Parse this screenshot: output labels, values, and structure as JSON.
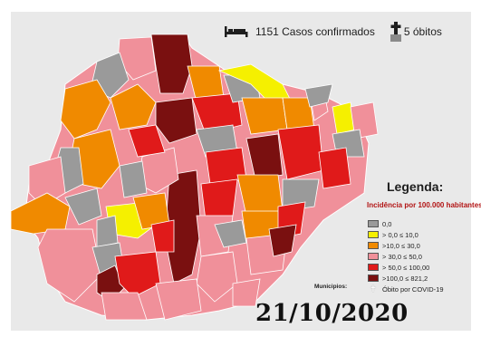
{
  "header": {
    "cases_text": "1151 Casos confirmados",
    "deaths_text": "5 óbitos",
    "bed_icon": "hospital-bed-icon",
    "cross_icon": "cross-icon"
  },
  "legend": {
    "title": "Legenda:",
    "subtitle": "Incidência por 100.000 habitantes",
    "items": [
      {
        "label": "0,0",
        "color": "#9a9a9a"
      },
      {
        "label": "> 0,0 ≤ 10,0",
        "color": "#f5f000"
      },
      {
        "label": ">10,0 ≤ 30,0",
        "color": "#f08a00"
      },
      {
        "label": "> 30,0 ≤ 50,0",
        "color": "#f0909a"
      },
      {
        "label": "> 50,0 ≤ 100,00",
        "color": "#e01a1a"
      },
      {
        "label": ">100,0 ≤ 821,2",
        "color": "#7a1010"
      }
    ],
    "death_marker": "Óbito por COVID-19"
  },
  "municipios_label": "Municipios:",
  "date": "21/10/2020",
  "colors": {
    "zero": "#9a9a9a",
    "low": "#f5f000",
    "mid_low": "#f08a00",
    "mid": "#f0909a",
    "high": "#e01a1a",
    "very_high": "#7a1010",
    "background": "#e9e9e9"
  }
}
